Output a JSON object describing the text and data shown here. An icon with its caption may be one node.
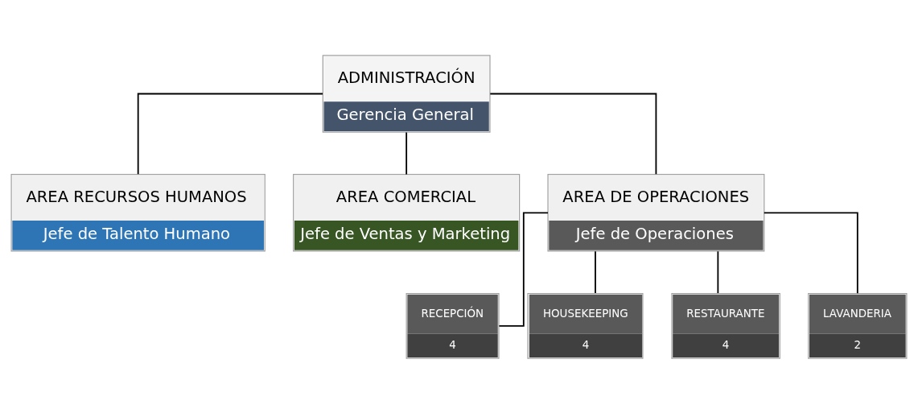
{
  "diagram": {
    "nodes": [
      {
        "text": [
          "ADMINISTRACIÓN",
          "Gerencia General"
        ]
      },
      {
        "text": [
          "AREA RECURSOS HUMANOS",
          "Jefe de Talento Humano"
        ]
      },
      {
        "text": [
          "AREA COMERCIAL",
          "Jefe de Ventas y Marketing"
        ]
      },
      {
        "text": [
          "AREA DE OPERACIONES",
          "Jefe de Operaciones"
        ]
      },
      {
        "text": [
          "RECEPCIÓN",
          "4"
        ]
      },
      {
        "text": [
          "HOUSEKEEPING",
          "4"
        ]
      },
      {
        "text": [
          "RESTAURANTE",
          "4"
        ]
      },
      {
        "text": [
          "LAVANDERIA",
          "2"
        ]
      }
    ],
    "edges": [
      {
        "from": 0,
        "to": 1,
        "arrow": "none"
      },
      {
        "from": 0,
        "to": 2,
        "arrow": "none"
      },
      {
        "from": 0,
        "to": 3,
        "arrow": "none"
      },
      {
        "from": 3,
        "to": 4,
        "arrow": "none"
      },
      {
        "from": 3,
        "to": 5,
        "arrow": "none"
      },
      {
        "from": 3,
        "to": 6,
        "arrow": "none"
      },
      {
        "from": 3,
        "to": 7,
        "arrow": "none"
      }
    ]
  }
}
